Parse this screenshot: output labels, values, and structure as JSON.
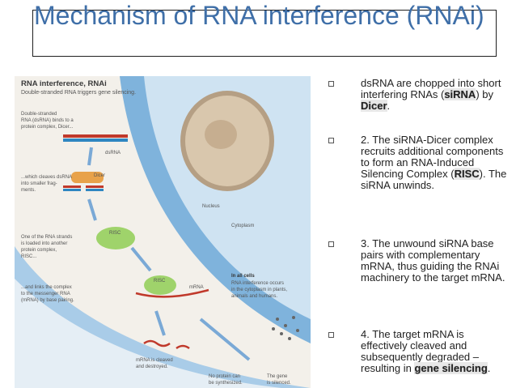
{
  "slide": {
    "title": "Mechanism of RNA interference (RNAi)"
  },
  "figure": {
    "heading": "RNA interference, RNAi",
    "subheading": "Double-stranded RNA triggers gene silencing.",
    "step1": [
      "Double-stranded",
      "RNA (dsRNA) binds to a",
      "protein complex, Dicer..."
    ],
    "dsrna_label": "dsRNA",
    "dicer_label": "Dicer",
    "step2": [
      "...which cleaves dsRNA",
      "into smaller frag-",
      "ments."
    ],
    "risc_label_1": "RISC",
    "step3": [
      "One of the RNA strands",
      "is loaded into another",
      "protein complex,",
      "RISC..."
    ],
    "risc_label_2": "RISC",
    "mrna_label": "mRNA",
    "step4": [
      "...and links the complex",
      "to the messenger RNA",
      "(mRNA) by base pairing."
    ],
    "cleaved": [
      "mRNA is cleaved",
      "and destroyed."
    ],
    "no_protein": [
      "No protein can",
      "be synthesized."
    ],
    "nucleus_label": "Nucleus",
    "cytoplasm_label": "Cytoplasm",
    "all_cells_title": "In all cells",
    "all_cells": [
      "RNA interference occurs",
      "in the cytoplasm in plants,",
      "animals and humans."
    ],
    "gene_silenced": [
      "The gene",
      "is silenced."
    ]
  },
  "bullets": [
    {
      "parts": [
        {
          "t": "dsRNA are chopped into short interfering RNAs (",
          "kw": false
        },
        {
          "t": "siRNA",
          "kw": true
        },
        {
          "t": ") by ",
          "kw": false
        },
        {
          "t": "Dicer",
          "kw": true
        },
        {
          "t": ".",
          "kw": false
        }
      ]
    },
    {
      "parts": [
        {
          "t": "2. The siRNA-Dicer complex recruits additional components to form an RNA-Induced Silencing Complex (",
          "kw": false
        },
        {
          "t": "RISC",
          "kw": true
        },
        {
          "t": "). The siRNA unwinds.",
          "kw": false
        }
      ]
    },
    {
      "parts": [
        {
          "t": "3. The unwound siRNA base pairs with complementary mRNA, thus guiding the RNAi machinery to the target mRNA.",
          "kw": false
        }
      ]
    },
    {
      "parts": [
        {
          "t": "4. The target mRNA is effectively cleaved and subsequently degraded – resulting in ",
          "kw": false
        },
        {
          "t": "gene silencing",
          "kw": true
        },
        {
          "t": ".",
          "kw": false
        }
      ]
    }
  ],
  "colors": {
    "title": "#3f6fa8",
    "cell_blue": "#7fb3dc",
    "cell_light": "#cfe3f2",
    "nucleus": "#c9b8a0",
    "risc_green": "#9fd36b",
    "dicer_orange": "#e8a24a"
  }
}
